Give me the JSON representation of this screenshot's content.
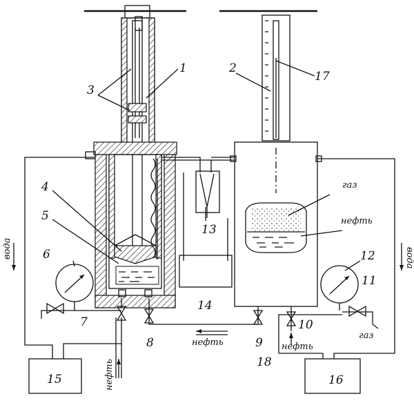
{
  "numbers": [
    "1",
    "2",
    "3",
    "4",
    "5",
    "6",
    "7",
    "8",
    "9",
    "10",
    "11",
    "12",
    "13",
    "14",
    "15",
    "16",
    "17",
    "18"
  ],
  "labels": {
    "gas_inside": "газ",
    "oil_inside": "нефть",
    "water_left": "вода",
    "water_right": "вода",
    "oil_inlet_left": "нефть",
    "oil_bottom_center": "нефть",
    "oil_inlet_right": "нефть",
    "gas_inlet_right": "газ"
  }
}
